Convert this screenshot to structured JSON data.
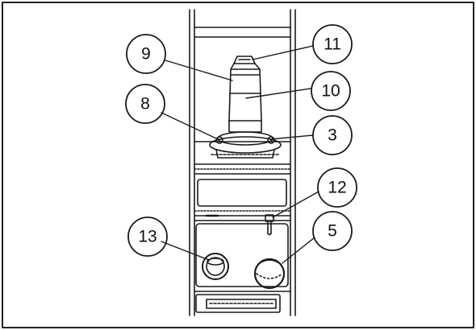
{
  "callouts": [
    {
      "id": "c9",
      "label": "9"
    },
    {
      "id": "c11",
      "label": "11"
    },
    {
      "id": "c8",
      "label": "8"
    },
    {
      "id": "c10",
      "label": "10"
    },
    {
      "id": "c3",
      "label": "3"
    },
    {
      "id": "c12",
      "label": "12"
    },
    {
      "id": "c13",
      "label": "13"
    },
    {
      "id": "c5",
      "label": "5"
    }
  ]
}
